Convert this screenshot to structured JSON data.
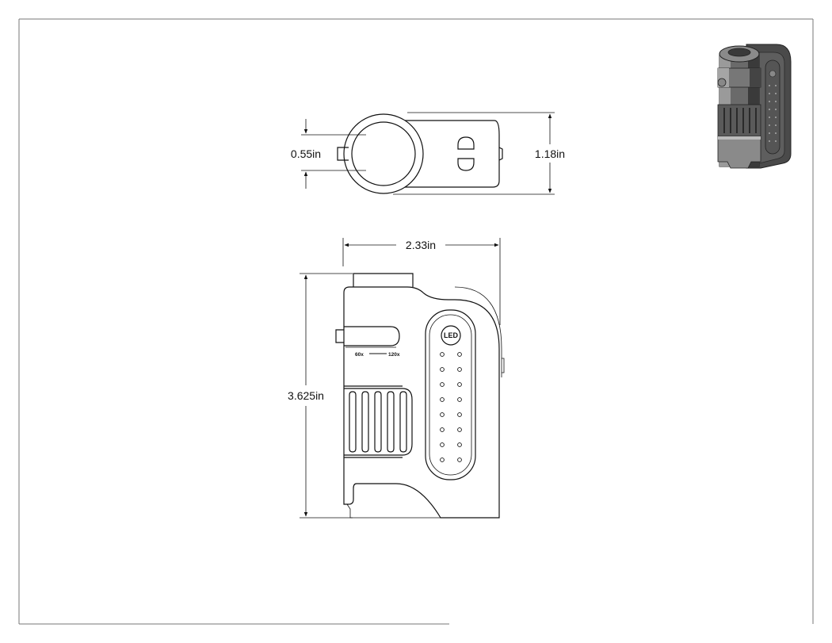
{
  "dimensions": {
    "lens_diameter": "0.55in",
    "thickness": "1.18in",
    "width": "2.33in",
    "height": "3.625in"
  },
  "labels": {
    "zoom_min": "60x",
    "zoom_max": "120x",
    "led": "LED"
  },
  "colors": {
    "line": "#111111",
    "frame": "#777777",
    "render_dark": "#3a3a3a",
    "render_mid": "#6a6a6a",
    "render_light": "#9a9a9a"
  }
}
